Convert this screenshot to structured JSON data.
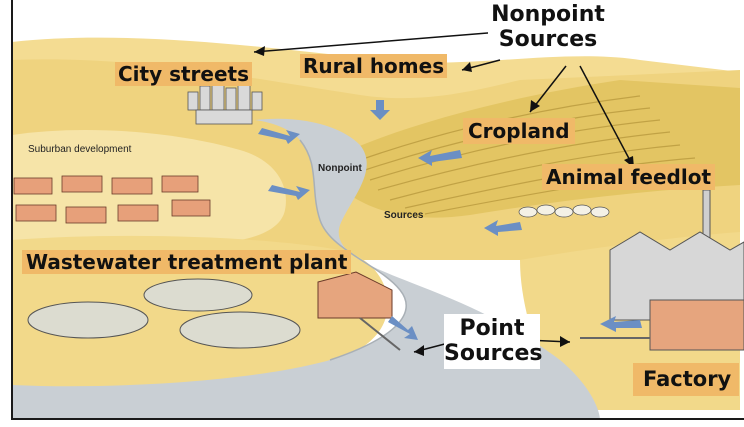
{
  "labels": {
    "nonpoint_header": "Nonpoint",
    "sources_header": "Sources",
    "city_streets": "City streets",
    "rural_homes": "Rural homes",
    "cropland": "Cropland",
    "animal_feedlot": "Animal feedlot",
    "suburban_development": "Suburban development",
    "river_nonpoint": "Nonpoint",
    "river_sources": "Sources",
    "wastewater_plant": "Wastewater treatment plant",
    "point": "Point",
    "point_sources": "Sources",
    "factory": "Factory"
  },
  "colors": {
    "label_fill": "#f0b968",
    "land": "#f2d98a",
    "field": "#e8c96a",
    "river": "#c9cfd4",
    "arrow": "#6b8fc4",
    "border": "#1a1a1a"
  }
}
